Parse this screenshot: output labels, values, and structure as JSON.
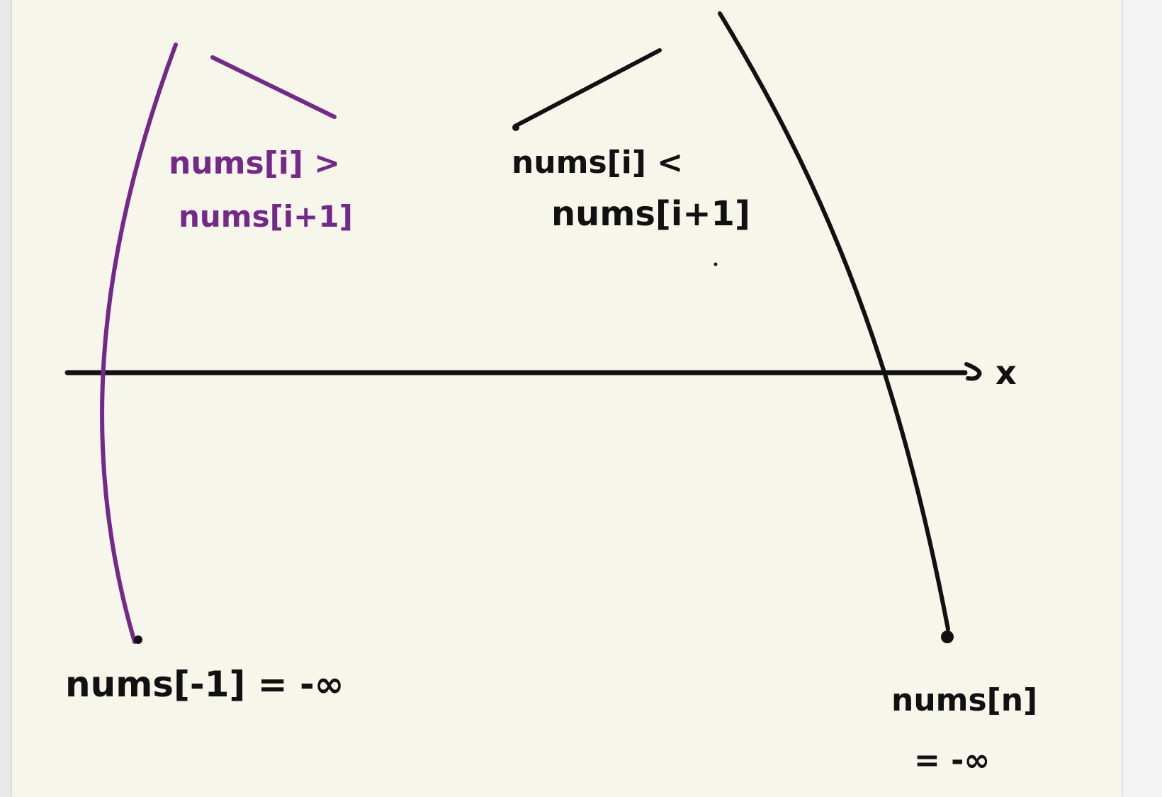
{
  "colors": {
    "paper": "#f6f6ea",
    "ink_black": "#111111",
    "ink_purple": "#74298a"
  },
  "labels": {
    "left_condition_line1": "nums[i] >",
    "left_condition_line2": "nums[i+1]",
    "right_condition_line1": "nums[i] <",
    "right_condition_line2": "nums[i+1]",
    "axis_x": "x",
    "left_boundary": "nums[-1] = -∞",
    "right_boundary_line1": "nums[n]",
    "right_boundary_line2": "= -∞"
  }
}
